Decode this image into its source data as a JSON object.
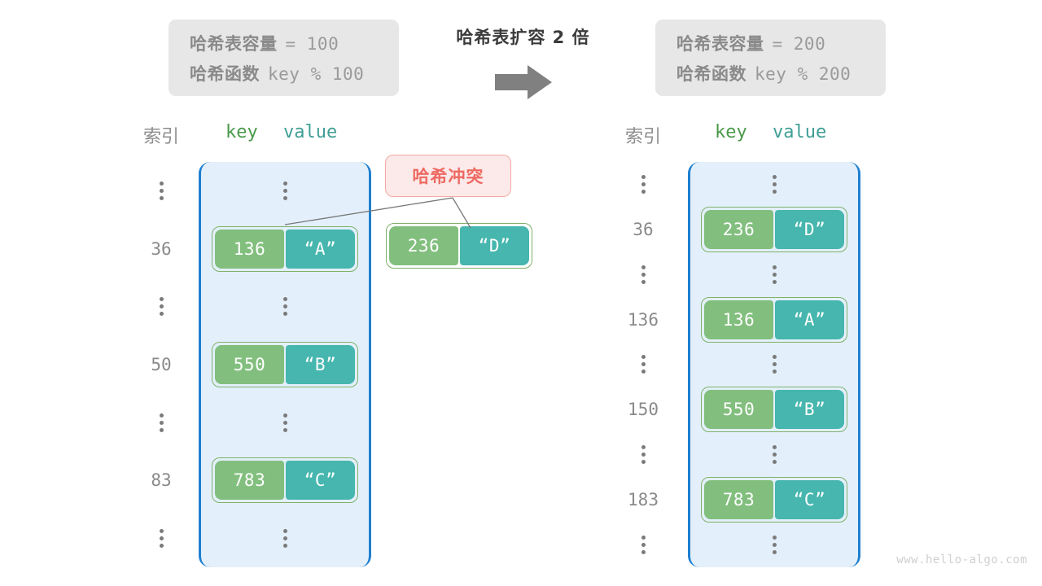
{
  "left_panel": {
    "capacity_label": "哈希表容量",
    "capacity_expr": "= 100",
    "hashfn_label": "哈希函数",
    "hashfn_expr": "key % 100"
  },
  "right_panel": {
    "capacity_label": "哈希表容量",
    "capacity_expr": "= 200",
    "hashfn_label": "哈希函数",
    "hashfn_expr": "key % 200"
  },
  "center": {
    "title": "哈希表扩容 2 倍",
    "arrow_icon": "right-arrow-icon"
  },
  "headers": {
    "index": "索引",
    "key": "key",
    "value": "value"
  },
  "collision": {
    "label": "哈希冲突",
    "key": "236",
    "value": "“D”"
  },
  "left_table": {
    "rows": [
      {
        "index": "",
        "type": "ellipsis"
      },
      {
        "index": "36",
        "type": "pair",
        "key": "136",
        "value": "“A”"
      },
      {
        "index": "",
        "type": "ellipsis"
      },
      {
        "index": "50",
        "type": "pair",
        "key": "550",
        "value": "“B”"
      },
      {
        "index": "",
        "type": "ellipsis"
      },
      {
        "index": "83",
        "type": "pair",
        "key": "783",
        "value": "“C”"
      },
      {
        "index": "",
        "type": "ellipsis"
      }
    ]
  },
  "right_table": {
    "rows": [
      {
        "index": "",
        "type": "ellipsis"
      },
      {
        "index": "36",
        "type": "pair",
        "key": "236",
        "value": "“D”"
      },
      {
        "index": "",
        "type": "ellipsis"
      },
      {
        "index": "136",
        "type": "pair",
        "key": "136",
        "value": "“A”"
      },
      {
        "index": "",
        "type": "ellipsis"
      },
      {
        "index": "150",
        "type": "pair",
        "key": "550",
        "value": "“B”"
      },
      {
        "index": "",
        "type": "ellipsis"
      },
      {
        "index": "183",
        "type": "pair",
        "key": "783",
        "value": "“C”"
      },
      {
        "index": "",
        "type": "ellipsis"
      }
    ]
  },
  "watermark": "www.hello-algo.com",
  "colors": {
    "key_cell": "#82bf7e",
    "value_cell": "#46b6ae",
    "table_bg": "#e3f0fb",
    "table_border": "#1f7fd0",
    "pair_border": "#7fb069",
    "collision_bg": "#fce9e9",
    "collision_border": "#f3a9a5",
    "collision_text": "#ed6a62",
    "info_bg": "#e7e7e7",
    "arrow": "#808080"
  }
}
